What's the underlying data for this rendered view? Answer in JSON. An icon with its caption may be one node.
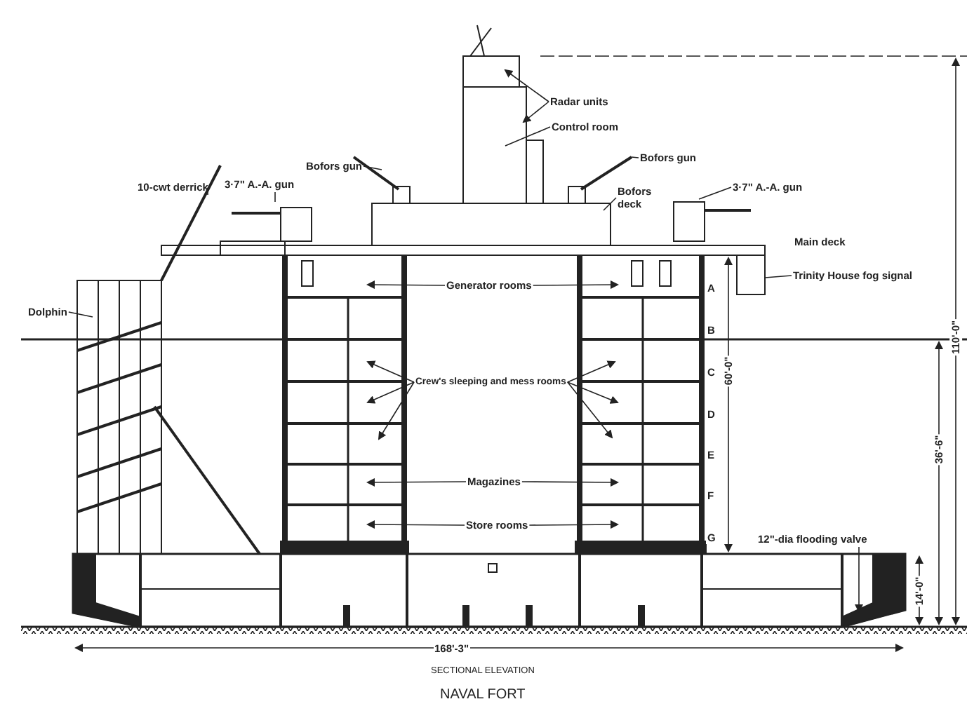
{
  "diagram": {
    "title": "NAVAL FORT",
    "caption": "SECTIONAL ELEVATION",
    "nodes": [
      {
        "text": [
          "Radar units"
        ]
      },
      {
        "text": [
          "Control room"
        ]
      },
      {
        "text": [
          "Bofors gun"
        ]
      },
      {
        "text": [
          "Bofors gun"
        ]
      },
      {
        "text": [
          "Bofors deck"
        ]
      },
      {
        "text": [
          "10-cwt derrick"
        ]
      },
      {
        "text": [
          "3·7\" A.-A. gun"
        ]
      },
      {
        "text": [
          "3·7\" A.-A. gun"
        ]
      },
      {
        "text": [
          "Trinity House fog signal"
        ]
      },
      {
        "text": [
          "Dolphin"
        ]
      },
      {
        "text": [
          "Generator rooms"
        ]
      },
      {
        "text": [
          "Crew's sleeping and mess rooms"
        ]
      },
      {
        "text": [
          "Magazines"
        ]
      },
      {
        "text": [
          "Store rooms"
        ]
      },
      {
        "text": [
          "12\"-dia flooding valve"
        ]
      }
    ],
    "edges": [
      {
        "from": 0,
        "to": null,
        "arrow": "to"
      },
      {
        "from": 0,
        "to": null,
        "arrow": "to"
      },
      {
        "from": 1,
        "to": null,
        "arrow": "none"
      },
      {
        "from": 2,
        "to": null,
        "arrow": "none"
      },
      {
        "from": 3,
        "to": null,
        "arrow": "none"
      },
      {
        "from": 4,
        "to": null,
        "arrow": "none"
      },
      {
        "from": 5,
        "to": null,
        "arrow": "none"
      },
      {
        "from": 6,
        "to": null,
        "arrow": "none"
      },
      {
        "from": 7,
        "to": null,
        "arrow": "none"
      },
      {
        "from": 8,
        "to": null,
        "arrow": "none"
      },
      {
        "from": 9,
        "to": null,
        "arrow": "none"
      },
      {
        "from": 10,
        "to": null,
        "arrow": "to"
      },
      {
        "from": 10,
        "to": null,
        "arrow": "to"
      },
      {
        "from": 11,
        "to": null,
        "arrow": "to"
      },
      {
        "from": 11,
        "to": null,
        "arrow": "to"
      },
      {
        "from": 11,
        "to": null,
        "arrow": "to"
      },
      {
        "from": 11,
        "to": null,
        "arrow": "to"
      },
      {
        "from": 11,
        "to": null,
        "arrow": "to"
      },
      {
        "from": 11,
        "to": null,
        "arrow": "to"
      },
      {
        "from": 12,
        "to": null,
        "arrow": "to"
      },
      {
        "from": 12,
        "to": null,
        "arrow": "to"
      },
      {
        "from": 13,
        "to": null,
        "arrow": "to"
      },
      {
        "from": 13,
        "to": null,
        "arrow": "to"
      },
      {
        "from": 14,
        "to": null,
        "arrow": "to"
      }
    ],
    "labels": [
      "Main deck",
      "A",
      "B",
      "C",
      "D",
      "E",
      "F",
      "G",
      "110'-0\"",
      "60'-0\"",
      "36'-6\"",
      "14'-0\"",
      "168'-3\""
    ]
  }
}
